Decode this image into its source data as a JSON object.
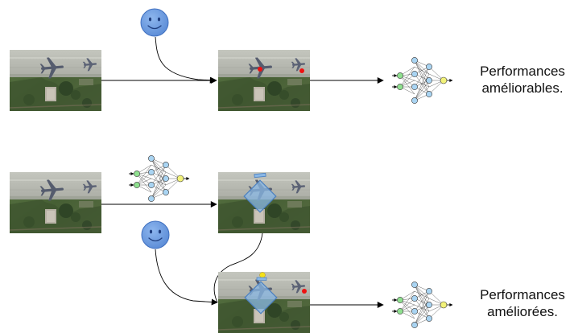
{
  "results": {
    "top_line1": "Performances",
    "top_line2": "améliorables.",
    "bottom_line1": "Performances",
    "bottom_line2": "améliorées."
  },
  "colors": {
    "smiley": "#6a9be0",
    "smiley_stroke": "#3f6fbf",
    "nn_input": "#8fe08f",
    "nn_hidden": "#a9d4f2",
    "nn_output": "#f2f27a",
    "red_point": "#ee1111",
    "yellow_point": "#f5e11a",
    "box_fill": "#8ab8e6",
    "box_stroke": "#4a7fbf",
    "grass": "#4f6a3a",
    "tarmac": "#b8b8b0"
  },
  "icons": [
    "smiley-face-icon",
    "neural-network-icon",
    "aerial-image-icon",
    "airplane-icon"
  ]
}
